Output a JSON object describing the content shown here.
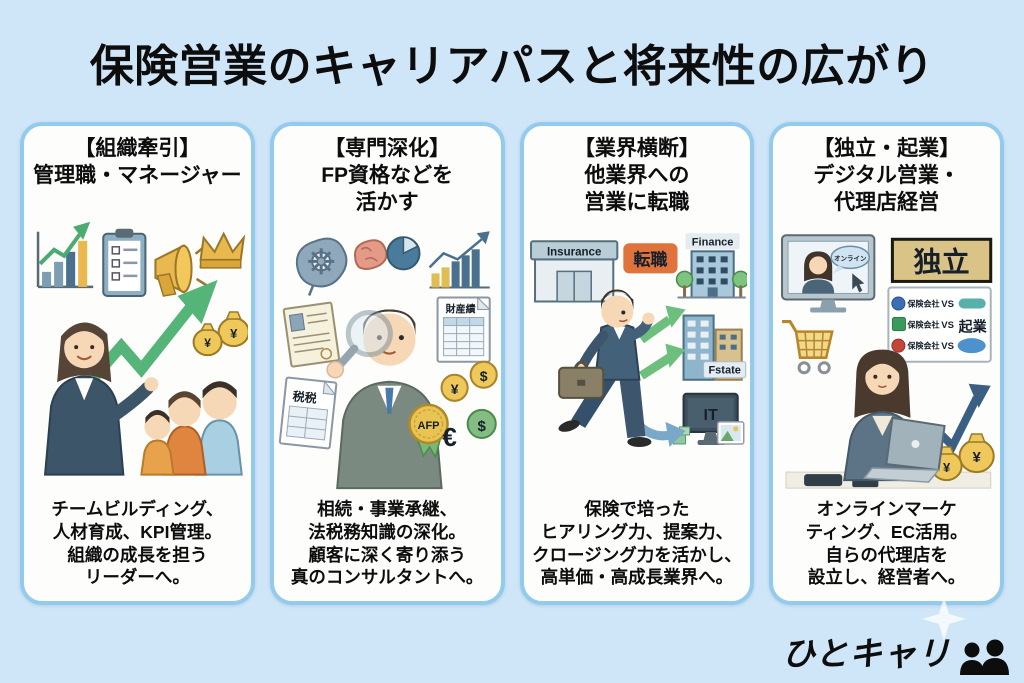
{
  "page": {
    "title": "保険営業のキャリアパスと将来性の広がり",
    "colors": {
      "background": "#cfe6f8",
      "card_border": "#93cbec",
      "badge_orange": "#e0733c",
      "sign_tan": "#d9c387",
      "arrow_green": "#55b478",
      "gold": "#e9b84e"
    }
  },
  "cards": [
    {
      "header": "【組織牽引】\n管理職・マネージャー",
      "body": "チームビルディング、\n人材育成、KPI管理。\n組織の成長を担う\nリーダーへ。"
    },
    {
      "header": "【専門深化】\nFP資格などを\n活かす",
      "body": "相続・事業承継、\n法税務知識の深化。\n顧客に深く寄り添う\n真のコンサルタントへ。"
    },
    {
      "header": "【業界横断】\n他業界への\n営業に転職",
      "body": "保険で培った\nヒアリング力、提案力、\nクロージング力を活かし、\n高単価・高成長業界へ。"
    },
    {
      "header": "【独立・起業】\nデジタル営業・\n代理店経営",
      "body": "オンラインマーケ\nティング、EC活用。\n自らの代理店を\n設立し、経営者へ。"
    }
  ],
  "illus": {
    "c1": {
      "money": "¥"
    },
    "c2": {
      "afp": "AFP",
      "doc_tax": "税税",
      "doc_asset": "財産績",
      "coin_yen": "¥",
      "coin_dollar": "$",
      "coin_euro": "€"
    },
    "c3": {
      "from": "Insurance",
      "badge": "転職",
      "to_finance": "Finance",
      "to_estate": "Fstate",
      "to_it": "IT"
    },
    "c4": {
      "bubble": "オンライン",
      "sign": "独立",
      "vs_rows": [
        {
          "left": "保険会社",
          "vs": "VS"
        },
        {
          "left": "保険会社",
          "vs": "VS",
          "right": "起業"
        },
        {
          "left": "保険会社",
          "vs": "VS"
        }
      ],
      "money": "¥"
    }
  },
  "footer": {
    "logo": "ひとキャリ"
  }
}
